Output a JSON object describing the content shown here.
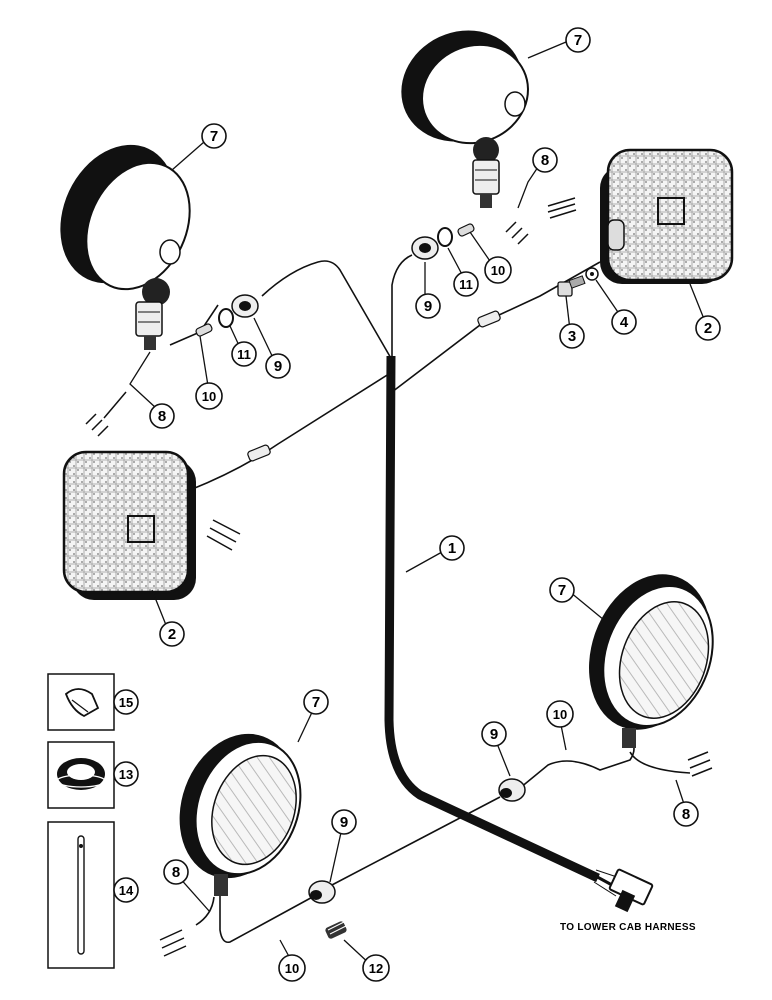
{
  "callouts": [
    {
      "id": "c7a",
      "label": "7"
    },
    {
      "id": "c7b",
      "label": "7"
    },
    {
      "id": "c8a",
      "label": "8"
    },
    {
      "id": "c8b",
      "label": "8"
    },
    {
      "id": "c9a",
      "label": "9"
    },
    {
      "id": "c9b",
      "label": "9"
    },
    {
      "id": "c10a",
      "label": "10"
    },
    {
      "id": "c10b",
      "label": "10"
    },
    {
      "id": "c11a",
      "label": "11"
    },
    {
      "id": "c11b",
      "label": "11"
    },
    {
      "id": "c3",
      "label": "3"
    },
    {
      "id": "c4",
      "label": "4"
    },
    {
      "id": "c2a",
      "label": "2"
    },
    {
      "id": "c2b",
      "label": "2"
    },
    {
      "id": "c1",
      "label": "1"
    },
    {
      "id": "c7c",
      "label": "7"
    },
    {
      "id": "c7d",
      "label": "7"
    },
    {
      "id": "c10c",
      "label": "10"
    },
    {
      "id": "c9c",
      "label": "9"
    },
    {
      "id": "c8c",
      "label": "8"
    },
    {
      "id": "c9d",
      "label": "9"
    },
    {
      "id": "c8d",
      "label": "8"
    },
    {
      "id": "c10d",
      "label": "10"
    },
    {
      "id": "c12",
      "label": "12"
    },
    {
      "id": "c15",
      "label": "15"
    },
    {
      "id": "c13",
      "label": "13"
    },
    {
      "id": "c14",
      "label": "14"
    }
  ],
  "note": "TO LOWER CAB HARNESS"
}
